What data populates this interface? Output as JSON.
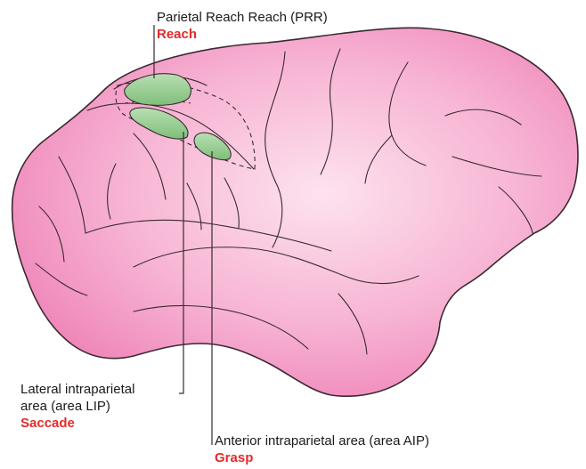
{
  "labels": {
    "prr": {
      "name": "Parietal Reach Reach (PRR)",
      "function": "Reach"
    },
    "lip": {
      "name_line1": "Lateral intraparietal",
      "name_line2": "area (area LIP)",
      "function": "Saccade"
    },
    "aip": {
      "name": "Anterior intraparietal area (area AIP)",
      "function": "Grasp"
    }
  },
  "colors": {
    "cortex_light": "#fbd3e6",
    "cortex_mid": "#f59ac6",
    "cortex_dark": "#ea6aa8",
    "outline": "#3a2a30",
    "area_fill": "#93c98e",
    "function_text": "#e32b2b"
  }
}
